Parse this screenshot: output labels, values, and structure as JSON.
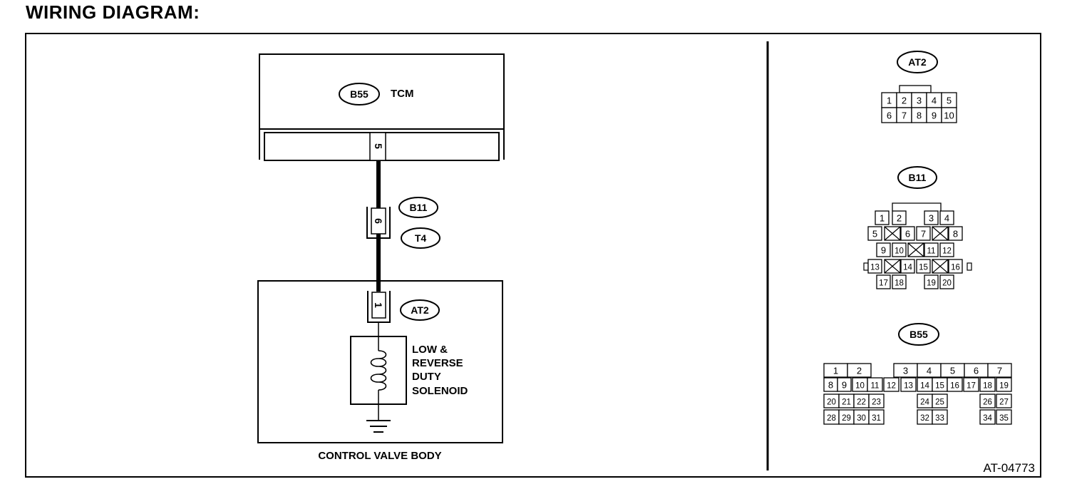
{
  "title": "WIRING DIAGRAM:",
  "figure_id": "AT-04773",
  "tcm": {
    "connector": "B55",
    "label": "TCM",
    "pin": "5"
  },
  "harness": {
    "connector_top": "B11",
    "connector_bottom": "T4",
    "pin": "6"
  },
  "valve_body": {
    "label": "CONTROL VALVE BODY",
    "connector": "AT2",
    "pin": "1",
    "solenoid_lines": [
      "LOW &",
      "REVERSE",
      "DUTY",
      "SOLENOID"
    ]
  },
  "pinouts": {
    "at2": {
      "name": "AT2",
      "rows": [
        [
          "1",
          "2",
          "3",
          "4",
          "5"
        ],
        [
          "6",
          "7",
          "8",
          "9",
          "10"
        ]
      ]
    },
    "b11": {
      "name": "B11",
      "rows": [
        [
          "1",
          "2",
          "3",
          "4"
        ],
        [
          "5",
          "6",
          "7",
          "8"
        ],
        [
          "9",
          "10",
          "11",
          "12"
        ],
        [
          "13",
          "14",
          "15",
          "16"
        ],
        [
          "17",
          "18",
          "19",
          "20"
        ]
      ]
    },
    "b55": {
      "name": "B55",
      "rows": [
        [
          "1",
          "2",
          "3",
          "4",
          "5",
          "6",
          "7"
        ],
        [
          "8",
          "9",
          "10",
          "11",
          "12",
          "13",
          "14",
          "15",
          "16",
          "17",
          "18",
          "19"
        ],
        [
          "20",
          "21",
          "22",
          "23",
          "24",
          "25",
          "26",
          "27"
        ],
        [
          "28",
          "29",
          "30",
          "31",
          "32",
          "33",
          "34",
          "35"
        ]
      ]
    }
  }
}
